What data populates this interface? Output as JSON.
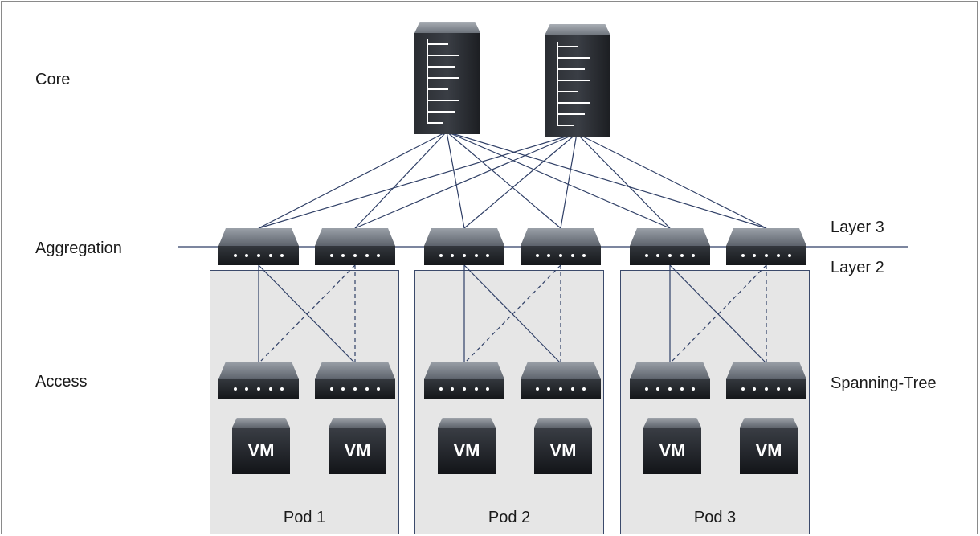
{
  "tiers": {
    "core": "Core",
    "aggregation": "Aggregation",
    "access": "Access"
  },
  "right_labels": {
    "layer3": "Layer 3",
    "layer2": "Layer 2",
    "spanning_tree": "Spanning-Tree"
  },
  "pods": [
    {
      "label": "Pod 1"
    },
    {
      "label": "Pod 2"
    },
    {
      "label": "Pod 3"
    }
  ],
  "vm_label": "VM",
  "icons": {
    "core_device": "core-switch-icon",
    "switch": "switch-icon",
    "vm": "vm-icon"
  },
  "colors": {
    "link": "#2f3f66",
    "pod_fill": "#e6e6e6",
    "pod_border": "#3b4a6b",
    "device_dark": "#1c1e22"
  }
}
